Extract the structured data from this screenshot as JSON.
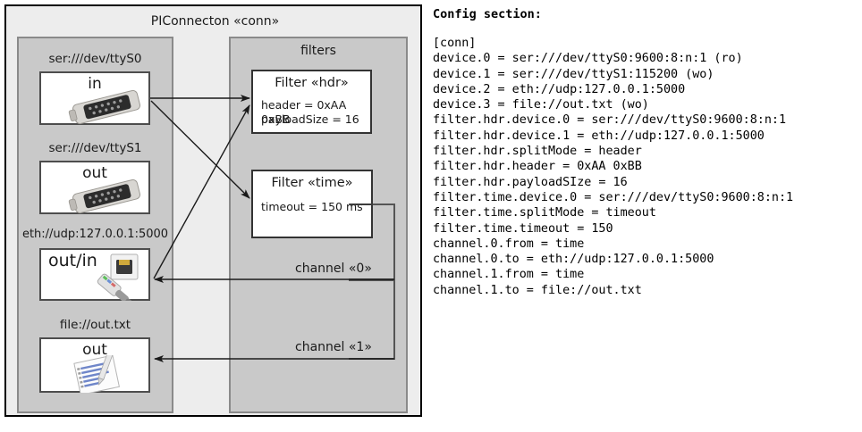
{
  "diagram": {
    "title": "PIConnecton «conn»",
    "left_panel": {
      "devices": [
        {
          "label": "ser:///dev/ttyS0",
          "direction": "in",
          "icon": "serial-port-icon"
        },
        {
          "label": "ser:///dev/ttyS1",
          "direction": "out",
          "icon": "serial-port-icon"
        },
        {
          "label": "eth://udp:127.0.0.1:5000",
          "direction": "out/in",
          "icon": "ethernet-jack-icon"
        },
        {
          "label": "file://out.txt",
          "direction": "out",
          "icon": "text-file-icon"
        }
      ]
    },
    "filters_panel": {
      "title": "filters",
      "filters": [
        {
          "title": "Filter «hdr»",
          "props": [
            "header = 0xAA 0xBB",
            "payloadSize = 16"
          ]
        },
        {
          "title": "Filter «time»",
          "props": [
            "timeout = 150 ms"
          ]
        }
      ],
      "channels": [
        {
          "label": "channel «0»"
        },
        {
          "label": "channel «1»"
        }
      ]
    },
    "colors": {
      "canvas": "#ffffff",
      "outer_fill": "#ededed",
      "panel_fill": "#c9c9c9",
      "panel_border": "#8a8a8a",
      "box_fill": "#ffffff",
      "box_border": "#4d4d4d",
      "arrow": "#1a1a1a"
    }
  },
  "config": {
    "heading": "Config section:",
    "lines": [
      "[conn]",
      "device.0 = ser:///dev/ttyS0:9600:8:n:1 (ro)",
      "device.1 = ser:///dev/ttyS1:115200 (wo)",
      "device.2 = eth://udp:127.0.0.1:5000",
      "device.3 = file://out.txt (wo)",
      "filter.hdr.device.0 = ser:///dev/ttyS0:9600:8:n:1",
      "filter.hdr.device.1 = eth://udp:127.0.0.1:5000",
      "filter.hdr.splitMode = header",
      "filter.hdr.header = 0xAA 0xBB",
      "filter.hdr.payloadSIze = 16",
      "filter.time.device.0 = ser:///dev/ttyS0:9600:8:n:1",
      "filter.time.splitMode = timeout",
      "filter.time.timeout = 150",
      "channel.0.from = time",
      "channel.0.to = eth://udp:127.0.0.1:5000",
      "channel.1.from = time",
      "channel.1.to = file://out.txt"
    ]
  }
}
